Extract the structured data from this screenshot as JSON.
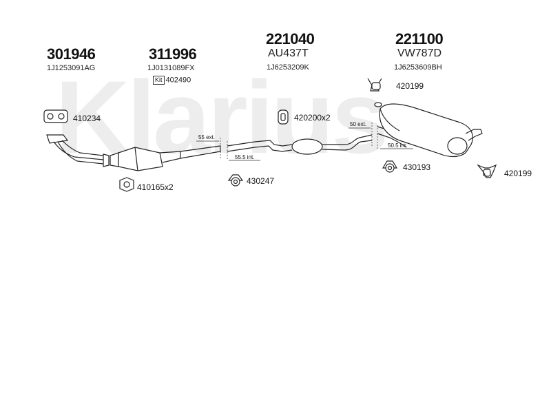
{
  "watermark": "Klarius",
  "groups": [
    {
      "id": "g1",
      "number": "301946",
      "code": "1J1253091AG"
    },
    {
      "id": "g2",
      "number": "311996",
      "code": "1J0131089FX",
      "kit_label": "Kit",
      "kit_number": "402490"
    },
    {
      "id": "g3",
      "number": "221040",
      "subcode": "AU437T",
      "code": "1J6253209K"
    },
    {
      "id": "g4",
      "number": "221100",
      "subcode": "VW787D",
      "code": "1J6253609BH"
    }
  ],
  "parts": {
    "p410234": "410234",
    "p410165": "410165x2",
    "p430247": "430247",
    "p420200": "420200x2",
    "p420199a": "420199",
    "p430193": "430193",
    "p420199b": "420199"
  },
  "measures": {
    "m55ext": "55 ext.",
    "m555int": "55.5 int.",
    "m50ext": "50 ext.",
    "m505int": "50.5 int."
  }
}
